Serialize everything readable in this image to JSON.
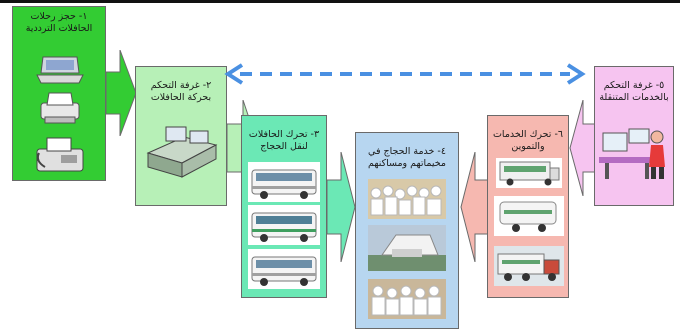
{
  "steps": [
    {
      "label": "١- حجز رحلات الحافلات الترددية",
      "color": "#33cc33"
    },
    {
      "label": "٢- غرفة التحكم بحركة الحافلات",
      "color": "#b7f0b7"
    },
    {
      "label": "٣- تحرك الحافلات لنقل الحجاج",
      "color": "#6be8b5"
    },
    {
      "label": "٤- خدمة الحجاج في مخيماتهم ومساكنهم",
      "color": "#b7d6f0"
    },
    {
      "label": "٦- تحرك الخدمات والتموين",
      "color": "#f6b8b0"
    },
    {
      "label": "٥- غرفة التحكم بالخدمات المتنقلة",
      "color": "#f6c4f0"
    }
  ],
  "icons": {
    "laptop": "laptop-icon",
    "printer": "printer-icon",
    "fax": "fax-icon",
    "control_room": "control-room-icon",
    "bus": "bus-icon",
    "pilgrims": "pilgrims-photo",
    "tent": "tent-photo",
    "service_van": "service-vehicle-photo",
    "trailer": "trailer-photo",
    "truck": "truck-photo",
    "operator": "control-operator-icon"
  }
}
